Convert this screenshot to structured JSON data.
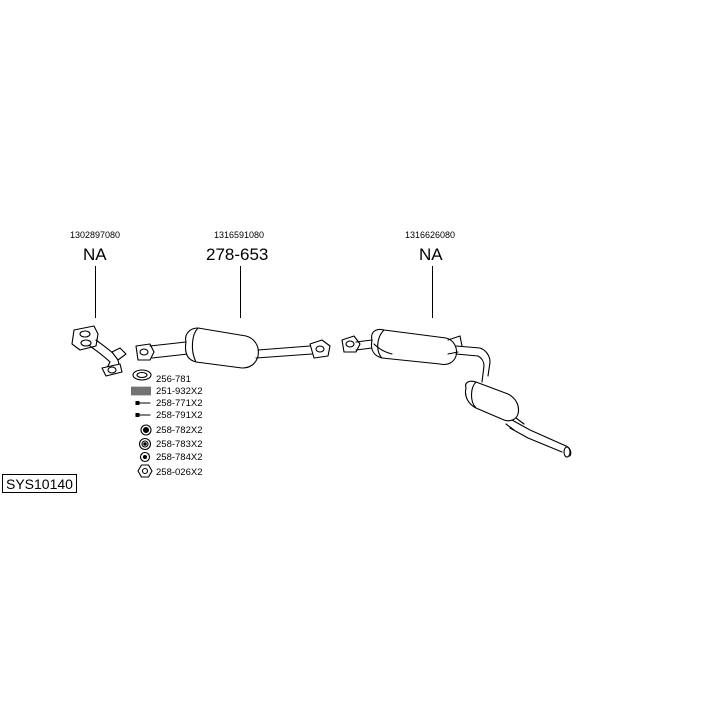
{
  "sections": [
    {
      "oem": "1302897080",
      "code": "NA"
    },
    {
      "oem": "1316591080",
      "code": "278-653"
    },
    {
      "oem": "1316626080",
      "code": "NA"
    }
  ],
  "accessories": [
    {
      "code": "256-781",
      "icon": "gasket-ring-icon"
    },
    {
      "code": "251-932X2",
      "icon": "spring-icon"
    },
    {
      "code": "258-771X2",
      "icon": "bolt-icon"
    },
    {
      "code": "258-791X2",
      "icon": "bolt-icon"
    },
    {
      "code": "258-782X2",
      "icon": "rubber-mount-icon"
    },
    {
      "code": "258-783X2",
      "icon": "rubber-mount-icon"
    },
    {
      "code": "258-784X2",
      "icon": "washer-icon"
    },
    {
      "code": "258-026X2",
      "icon": "hex-nut-icon"
    }
  ],
  "system_id": "SYS10140"
}
